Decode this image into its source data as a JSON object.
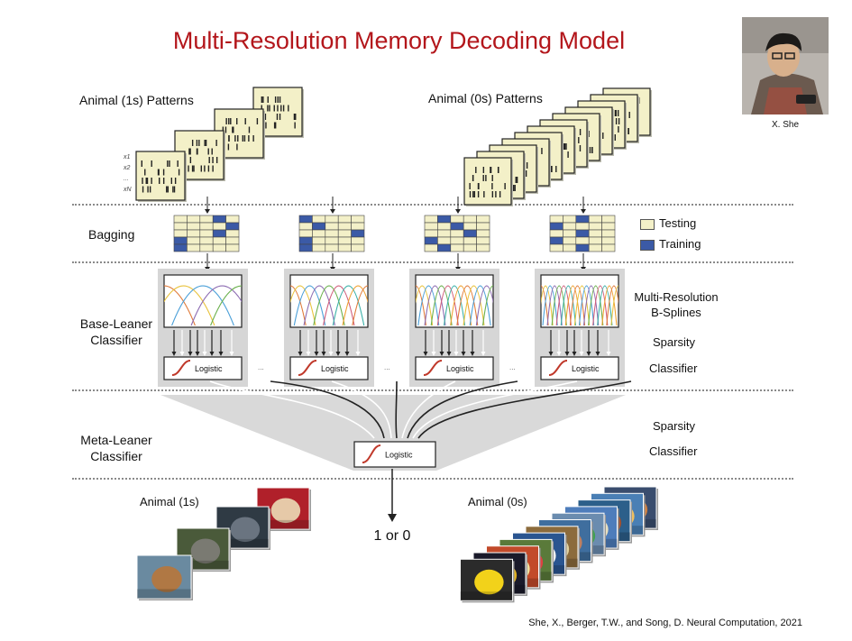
{
  "title": "Multi-Resolution Memory Decoding Model",
  "photo": {
    "caption": "X. She"
  },
  "patterns": {
    "left_label": "Animal (1s) Patterns",
    "right_label": "Animal (0s) Patterns",
    "row_labels": [
      "x1",
      "x2",
      "...",
      "xN"
    ]
  },
  "stages": {
    "bagging": "Bagging",
    "base_learner": [
      "Base-Leaner",
      "Classifier"
    ],
    "meta_learner": [
      "Meta-Leaner",
      "Classifier"
    ]
  },
  "legend": {
    "testing": "Testing",
    "training": "Training",
    "testing_color": "#f3f0c8",
    "training_color": "#3b5aa6"
  },
  "right_labels": {
    "splines": [
      "Multi-Resolution",
      "B-Splines"
    ],
    "sparsity1": "Sparsity",
    "classifier1": "Classifier",
    "sparsity2": "Sparsity",
    "classifier2": "Classifier"
  },
  "logistic_label": "Logistic",
  "ellipsis": "...",
  "output": "1 or 0",
  "animal1_label": "Animal (1s)",
  "animal0_label": "Animal (0s)",
  "citation": "She, X., Berger, T.W., and Song, D. Neural Computation, 2021"
}
